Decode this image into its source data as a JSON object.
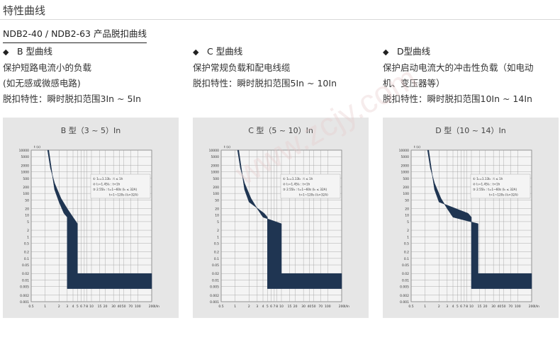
{
  "page_title": "特性曲线",
  "subtitle": "NDB2-40 / NDB2-63 产品脱扣曲线",
  "bullet_glyph": "◆",
  "watermark": "www.zcjy.com",
  "columns": [
    {
      "heading": "B 型曲线",
      "lines": [
        "保护短路电流小的负载",
        "(如无感或微感电路)",
        "脱扣特性：瞬时脱扣范围3In ~ 5In"
      ]
    },
    {
      "heading": "C 型曲线",
      "lines": [
        "保护常规负载和配电线缆",
        "脱扣特性：瞬时脱扣范围5In ~ 10In"
      ]
    },
    {
      "heading": "D型曲线",
      "lines": [
        "保护启动电流大的冲击性负载（如电动",
        "机、变压器等）",
        "脱扣特性：瞬时脱扣范围10In ~ 14In"
      ]
    }
  ],
  "charts": [
    {
      "title": "B 型（3 ~ 5）In",
      "instant_trip_range_In": [
        3,
        5
      ],
      "y_unit": "t (s)",
      "x_unit": "I/In",
      "y_ticks": [
        "10000",
        "5000",
        "2000",
        "1000",
        "500",
        "200",
        "100",
        "50",
        "20",
        "10",
        "5",
        "2",
        "1",
        "0.5",
        "0.2",
        "0.1",
        "0.05",
        "0.02",
        "0.01",
        "0.005",
        "0.002",
        "0.001"
      ],
      "x_ticks": [
        "0.5",
        "1",
        "2",
        "3",
        "4",
        "5",
        "6",
        "7",
        "8",
        "10",
        "15",
        "20",
        "30",
        "40",
        "50",
        "70",
        "100",
        "200"
      ],
      "legend": [
        "① 1₁=1.13I₀ : t ≤ 1h",
        "② I₂=1.45I₀ : t<1h",
        "③ 2.55I₀ : t=1~60s (I₀ ≤ 32A)",
        "t=1~120s (I₀>32A)"
      ]
    },
    {
      "title": "C 型（5 ~ 10）In",
      "instant_trip_range_In": [
        5,
        10
      ],
      "y_unit": "t (s)",
      "x_unit": "I/In",
      "y_ticks": [
        "10000",
        "5000",
        "2000",
        "1000",
        "500",
        "200",
        "100",
        "50",
        "20",
        "10",
        "5",
        "2",
        "1",
        "0.5",
        "0.2",
        "0.1",
        "0.05",
        "0.02",
        "0.01",
        "0.005",
        "0.002",
        "0.001"
      ],
      "x_ticks": [
        "0.5",
        "1",
        "2",
        "3",
        "4",
        "5",
        "6",
        "7",
        "8",
        "10",
        "15",
        "20",
        "30",
        "40",
        "50",
        "70",
        "100",
        "200"
      ],
      "legend": [
        "① 1₁=1.13I₀ : t ≤ 1h",
        "② I₂=1.45I₀ : t<1h",
        "③ 2.55I₀ : t=1~60s (I₀ ≤ 32A)",
        "t=1~120s (I₀>32A)"
      ]
    },
    {
      "title": "D 型（10 ~ 14）In",
      "instant_trip_range_In": [
        10,
        14
      ],
      "y_unit": "t (s)",
      "x_unit": "I/In",
      "y_ticks": [
        "10000",
        "5000",
        "2000",
        "1000",
        "500",
        "200",
        "100",
        "50",
        "20",
        "10",
        "5",
        "2",
        "1",
        "0.5",
        "0.2",
        "0.1",
        "0.05",
        "0.02",
        "0.01",
        "0.005",
        "0.002",
        "0.001"
      ],
      "x_ticks": [
        "0.5",
        "1",
        "2",
        "3",
        "4",
        "5",
        "6",
        "7",
        "8",
        "10",
        "15",
        "20",
        "30",
        "40",
        "50",
        "70",
        "100",
        "200"
      ],
      "legend": [
        "① 1₁=1.13I₀ : t ≤ 1h",
        "② I₂=1.45I₀ : t<1h",
        "③ 2.55I₀ : t=1~60s (I₀ ≤ 32A)",
        "t=1~120s (I₀>32A)"
      ]
    }
  ],
  "colors": {
    "band": "#1f3552",
    "panel": "#e6e6e6",
    "grid": "#9a9a9a"
  }
}
